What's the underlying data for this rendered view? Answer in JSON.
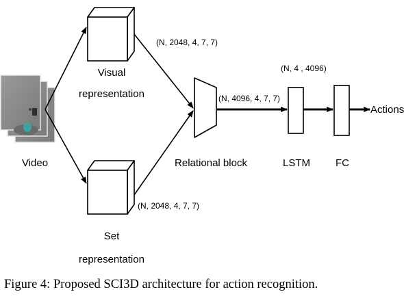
{
  "diagram": {
    "nodes": {
      "video": "Video",
      "visual_line1": "Visual",
      "visual_line2": "representation",
      "set_line1": "Set",
      "set_line2": "representation",
      "relational": "Relational block",
      "lstm": "LSTM",
      "fc": "FC",
      "actions": "Actions"
    },
    "dims": {
      "visual_to_relational": "(N, 2048, 4, 7, 7)",
      "set_to_relational": "(N, 2048, 4, 7, 7)",
      "relational_to_lstm": "(N, 4096, 4, 7, 7)",
      "lstm_to_fc": "(N, 4 , 4096)"
    }
  },
  "caption": {
    "text": "Figure 4: Proposed SCI3D architecture for action recognition."
  }
}
